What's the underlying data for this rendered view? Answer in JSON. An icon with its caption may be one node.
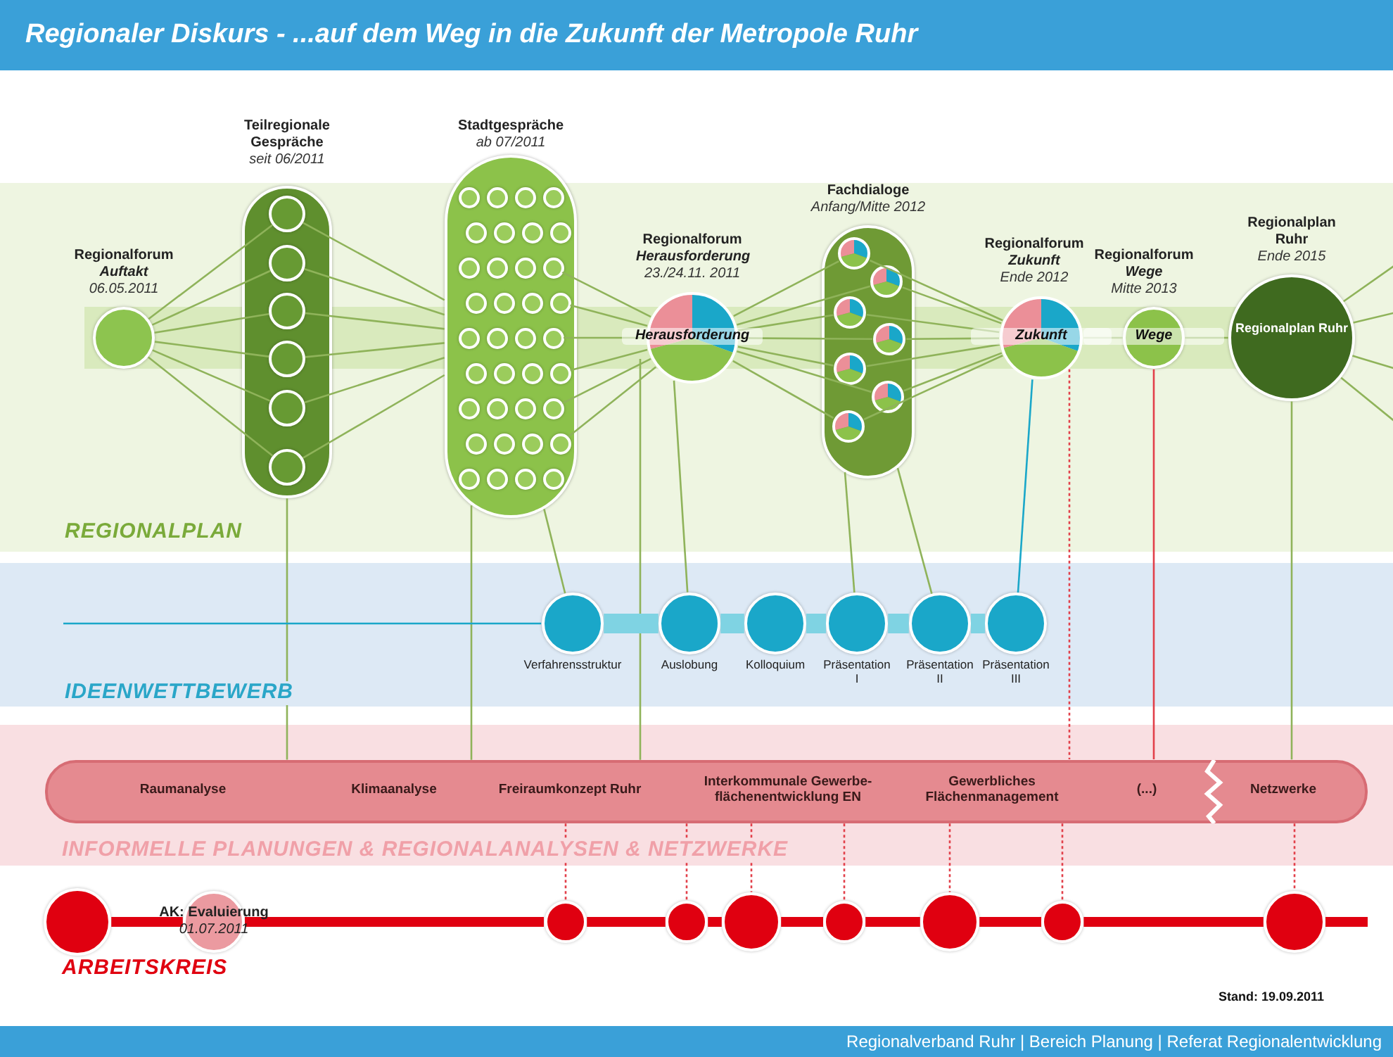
{
  "diagram": {
    "title": "Regionaler Diskurs - ...auf dem Weg in die Zukunft der Metropole Ruhr",
    "caption": "Regionalverband Ruhr | Bereich Planung | Referat Regionalentwicklung",
    "nodes": [
      {
        "text": [
          "Regionalforum *Auftakt*",
          "06.05.2011"
        ]
      },
      {
        "text": [
          "Teilregionale Gespräche",
          "seit 06/2011"
        ]
      },
      {
        "text": [],
        "shape": "circle",
        "in": 1
      },
      {
        "text": [],
        "shape": "circle",
        "in": 1
      },
      {
        "text": [],
        "shape": "circle",
        "in": 1
      },
      {
        "text": [],
        "shape": "circle",
        "in": 1
      },
      {
        "text": [],
        "shape": "circle",
        "in": 1
      },
      {
        "text": [],
        "shape": "circle",
        "in": 1
      },
      {
        "text": [
          "Stadtgespräche",
          "ab 07/2011"
        ]
      },
      {
        "text": [],
        "shape": "circle",
        "in": 8
      },
      {
        "text": [],
        "shape": "circle",
        "in": 8
      },
      {
        "text": [],
        "shape": "circle",
        "in": 8
      },
      {
        "text": [],
        "shape": "circle",
        "in": 8
      },
      {
        "text": [],
        "shape": "circle",
        "in": 8
      },
      {
        "text": [],
        "shape": "circle",
        "in": 8
      },
      {
        "text": [],
        "shape": "circle",
        "in": 8
      },
      {
        "text": [],
        "shape": "circle",
        "in": 8
      },
      {
        "text": [],
        "shape": "circle",
        "in": 8
      },
      {
        "text": [],
        "shape": "circle",
        "in": 8
      },
      {
        "text": [],
        "shape": "circle",
        "in": 8
      },
      {
        "text": [],
        "shape": "circle",
        "in": 8
      },
      {
        "text": [],
        "shape": "circle",
        "in": 8
      },
      {
        "text": [],
        "shape": "circle",
        "in": 8
      },
      {
        "text": [],
        "shape": "circle",
        "in": 8
      },
      {
        "text": [],
        "shape": "circle",
        "in": 8
      },
      {
        "text": [],
        "shape": "circle",
        "in": 8
      },
      {
        "text": [],
        "shape": "circle",
        "in": 8
      },
      {
        "text": [],
        "shape": "circle",
        "in": 8
      },
      {
        "text": [],
        "shape": "circle",
        "in": 8
      },
      {
        "text": [],
        "shape": "circle",
        "in": 8
      },
      {
        "text": [],
        "shape": "circle",
        "in": 8
      },
      {
        "text": [],
        "shape": "circle",
        "in": 8
      },
      {
        "text": [],
        "shape": "circle",
        "in": 8
      },
      {
        "text": [],
        "shape": "circle",
        "in": 8
      },
      {
        "text": [],
        "shape": "circle",
        "in": 8
      },
      {
        "text": [],
        "shape": "circle",
        "in": 8
      },
      {
        "text": [],
        "shape": "circle",
        "in": 8
      },
      {
        "text": [],
        "shape": "circle",
        "in": 8
      },
      {
        "text": [],
        "shape": "circle",
        "in": 8
      },
      {
        "text": [],
        "shape": "circle",
        "in": 8
      },
      {
        "text": [],
        "shape": "circle",
        "in": 8
      },
      {
        "text": [],
        "shape": "circle",
        "in": 8
      },
      {
        "text": [],
        "shape": "circle",
        "in": 8
      },
      {
        "text": [],
        "shape": "circle",
        "in": 8
      },
      {
        "text": [],
        "shape": "circle",
        "in": 8
      },
      {
        "text": [
          "Regionalforum *Herausforderung*",
          "23./24.11. 2011",
          "Herausforderung"
        ]
      },
      {
        "text": [
          "Fachdialoge",
          "Anfang/Mitte 2012"
        ]
      },
      {
        "text": [],
        "shape": "circle",
        "in": 46
      },
      {
        "text": [],
        "shape": "circle",
        "in": 46
      },
      {
        "text": [],
        "shape": "circle",
        "in": 46
      },
      {
        "text": [],
        "shape": "circle",
        "in": 46
      },
      {
        "text": [],
        "shape": "circle",
        "in": 46
      },
      {
        "text": [],
        "shape": "circle",
        "in": 46
      },
      {
        "text": [],
        "shape": "circle",
        "in": 46
      },
      {
        "text": [
          "Regionalforum *Zukunft*",
          "Ende 2012",
          "Zukunft"
        ]
      },
      {
        "text": [
          "Regionalforum *Wege*",
          "Mitte 2013",
          "Wege"
        ]
      },
      {
        "text": [
          "Regionalplan Ruhr",
          "Ende 2015",
          "Regionalplan Ruhr"
        ]
      },
      {
        "text": [
          "Verfahrensstruktur"
        ]
      },
      {
        "text": [
          "Auslobung"
        ]
      },
      {
        "text": [
          "Kolloquium"
        ]
      },
      {
        "text": [
          "Präsentation I"
        ]
      },
      {
        "text": [
          "Präsentation II"
        ]
      },
      {
        "text": [
          "Präsentation III"
        ]
      },
      {
        "text": [
          "Raumanalyse",
          "Klimaanalyse",
          "Freiraumkonzept Ruhr",
          "Interkommunale Gewerbe- flächenentwicklung EN",
          "Gewerbliches Flächenmanagement",
          "(...)",
          "Netzwerke"
        ]
      },
      {
        "text": [],
        "shape": "circle"
      },
      {
        "text": [
          "AK: Evaluierung",
          "01.07.2011"
        ]
      },
      {
        "text": [],
        "shape": "circle"
      },
      {
        "text": [],
        "shape": "circle"
      },
      {
        "text": [],
        "shape": "circle"
      },
      {
        "text": [],
        "shape": "circle"
      },
      {
        "text": [],
        "shape": "circle"
      },
      {
        "text": [],
        "shape": "circle"
      },
      {
        "text": [],
        "shape": "circle"
      }
    ],
    "edges": [
      {
        "from": 0,
        "to": 2,
        "arrow": "none"
      },
      {
        "from": 0,
        "to": 3,
        "arrow": "none"
      },
      {
        "from": 0,
        "to": 4,
        "arrow": "none"
      },
      {
        "from": 0,
        "to": 5,
        "arrow": "none"
      },
      {
        "from": 0,
        "to": 6,
        "arrow": "none"
      },
      {
        "from": 0,
        "to": 7,
        "arrow": "none"
      },
      {
        "from": 2,
        "to": 8,
        "arrow": "none"
      },
      {
        "from": 3,
        "to": 8,
        "arrow": "none"
      },
      {
        "from": 4,
        "to": 8,
        "arrow": "none"
      },
      {
        "from": 5,
        "to": 8,
        "arrow": "none"
      },
      {
        "from": 6,
        "to": 8,
        "arrow": "none"
      },
      {
        "from": 7,
        "to": 8,
        "arrow": "none"
      },
      {
        "from": 20,
        "to": 45,
        "arrow": "none"
      },
      {
        "from": 24,
        "to": 45,
        "arrow": "none"
      },
      {
        "from": 28,
        "to": 45,
        "arrow": "none"
      },
      {
        "from": 32,
        "to": 45,
        "arrow": "none"
      },
      {
        "from": 36,
        "to": 45,
        "arrow": "none"
      },
      {
        "from": 40,
        "to": 45,
        "arrow": "none"
      },
      {
        "from": 45,
        "to": 47,
        "arrow": "none"
      },
      {
        "from": 45,
        "to": 48,
        "arrow": "none"
      },
      {
        "from": 45,
        "to": 49,
        "arrow": "none"
      },
      {
        "from": 45,
        "to": 50,
        "arrow": "none"
      },
      {
        "from": 45,
        "to": 51,
        "arrow": "none"
      },
      {
        "from": 45,
        "to": 52,
        "arrow": "none"
      },
      {
        "from": 45,
        "to": 53,
        "arrow": "none"
      },
      {
        "from": 47,
        "to": 54,
        "arrow": "none"
      },
      {
        "from": 48,
        "to": 54,
        "arrow": "none"
      },
      {
        "from": 49,
        "to": 54,
        "arrow": "none"
      },
      {
        "from": 50,
        "to": 54,
        "arrow": "none"
      },
      {
        "from": 51,
        "to": 54,
        "arrow": "none"
      },
      {
        "from": 52,
        "to": 54,
        "arrow": "none"
      },
      {
        "from": 53,
        "to": 54,
        "arrow": "none"
      },
      {
        "from": 54,
        "to": 55,
        "arrow": "none"
      },
      {
        "from": 55,
        "to": 56,
        "arrow": "none"
      },
      {
        "from": 56,
        "to": null,
        "arrow": "none"
      },
      {
        "from": 56,
        "to": null,
        "arrow": "none"
      },
      {
        "from": 56,
        "to": null,
        "arrow": "none"
      },
      {
        "from": 56,
        "to": null,
        "arrow": "none"
      },
      {
        "from": 1,
        "to": 63,
        "arrow": "none"
      },
      {
        "from": 8,
        "to": 57,
        "arrow": "none"
      },
      {
        "from": 8,
        "to": 63,
        "arrow": "none"
      },
      {
        "from": 45,
        "to": 58,
        "arrow": "none"
      },
      {
        "from": 45,
        "to": 63,
        "arrow": "none"
      },
      {
        "from": 46,
        "to": 60,
        "arrow": "none"
      },
      {
        "from": 46,
        "to": 61,
        "arrow": "none"
      },
      {
        "from": 54,
        "to": 62,
        "arrow": "none",
        "color": "#1aa7c9"
      },
      {
        "from": 54,
        "to": 63,
        "arrow": "none",
        "style": "dashed",
        "color": "#e2404a"
      },
      {
        "from": 55,
        "to": 63,
        "arrow": "none",
        "color": "#e2404a"
      },
      {
        "from": 56,
        "to": 63,
        "arrow": "none"
      },
      {
        "from": 63,
        "to": 66,
        "arrow": "none",
        "style": "dashed",
        "color": "#e2404a"
      },
      {
        "from": 63,
        "to": 67,
        "arrow": "none",
        "style": "dashed",
        "color": "#e2404a"
      },
      {
        "from": 63,
        "to": 68,
        "arrow": "none",
        "style": "dashed",
        "color": "#e2404a"
      },
      {
        "from": 63,
        "to": 69,
        "arrow": "none",
        "style": "dashed",
        "color": "#e2404a"
      },
      {
        "from": 63,
        "to": 70,
        "arrow": "none",
        "style": "dashed",
        "color": "#e2404a"
      },
      {
        "from": 63,
        "to": 71,
        "arrow": "none",
        "style": "dashed",
        "color": "#e2404a"
      },
      {
        "from": 63,
        "to": 72,
        "arrow": "none",
        "style": "dashed",
        "color": "#e2404a"
      },
      {
        "from": null,
        "to": 57,
        "arrow": "none",
        "color": "#1aa7c9"
      },
      {
        "from": 57,
        "to": 58,
        "arrow": "none",
        "style": "thick",
        "color": "#7fd3e3"
      },
      {
        "from": 58,
        "to": 59,
        "arrow": "none",
        "style": "thick",
        "color": "#7fd3e3"
      },
      {
        "from": 59,
        "to": 60,
        "arrow": "none",
        "style": "thick",
        "color": "#7fd3e3"
      },
      {
        "from": 60,
        "to": 61,
        "arrow": "none",
        "style": "thick",
        "color": "#7fd3e3"
      },
      {
        "from": 61,
        "to": 62,
        "arrow": "none",
        "style": "thick",
        "color": "#7fd3e3"
      },
      {
        "from": 64,
        "to": 65,
        "arrow": "none",
        "style": "thick",
        "color": "#e00010"
      },
      {
        "from": 65,
        "to": 66,
        "arrow": "none",
        "style": "thick",
        "color": "#e00010"
      },
      {
        "from": 66,
        "to": 67,
        "arrow": "none",
        "style": "thick",
        "color": "#e00010"
      },
      {
        "from": 67,
        "to": 68,
        "arrow": "none",
        "style": "thick",
        "color": "#e00010"
      },
      {
        "from": 68,
        "to": 69,
        "arrow": "none",
        "style": "thick",
        "color": "#e00010"
      },
      {
        "from": 69,
        "to": 70,
        "arrow": "none",
        "style": "thick",
        "color": "#e00010"
      },
      {
        "from": 70,
        "to": 71,
        "arrow": "none",
        "style": "thick",
        "color": "#e00010"
      },
      {
        "from": 71,
        "to": 72,
        "arrow": "none",
        "style": "thick",
        "color": "#e00010"
      },
      {
        "from": 72,
        "to": null,
        "arrow": "none",
        "style": "thick",
        "color": "#e00010"
      }
    ],
    "labels": [
      "REGIONALPLAN",
      "IDEENWETTBEWERB",
      "INFORMELLE PLANUNGEN & REGIONALANALYSEN & NETZWERKE",
      "ARBEITSKREIS",
      "Stand: 19.09.2011"
    ]
  }
}
